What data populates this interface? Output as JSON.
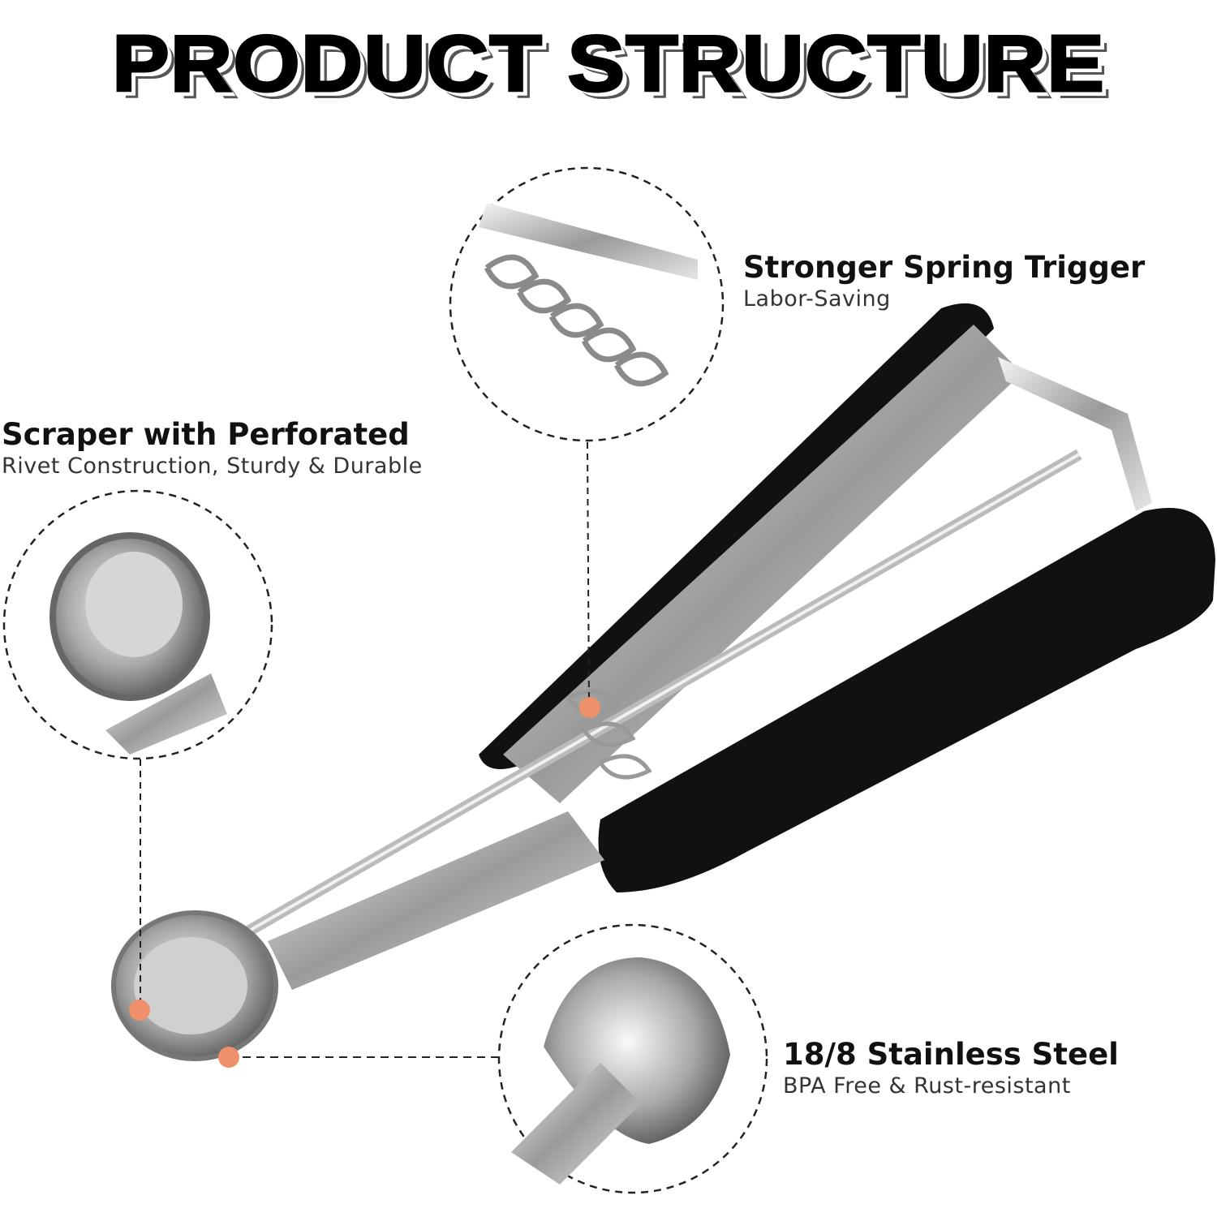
{
  "title": "PRODUCT STRUCTURE",
  "features": [
    {
      "heading": "Stronger Spring Trigger",
      "subtext": "Labor-Saving"
    },
    {
      "heading": "Scraper with Perforated",
      "subtext": "Rivet Construction, Sturdy & Durable"
    },
    {
      "heading": "18/8 Stainless Steel",
      "subtext": "BPA Free & Rust-resistant"
    }
  ],
  "colors": {
    "marker": "#f0906a",
    "handle": "#111111",
    "steel": "#c8c8c8"
  }
}
